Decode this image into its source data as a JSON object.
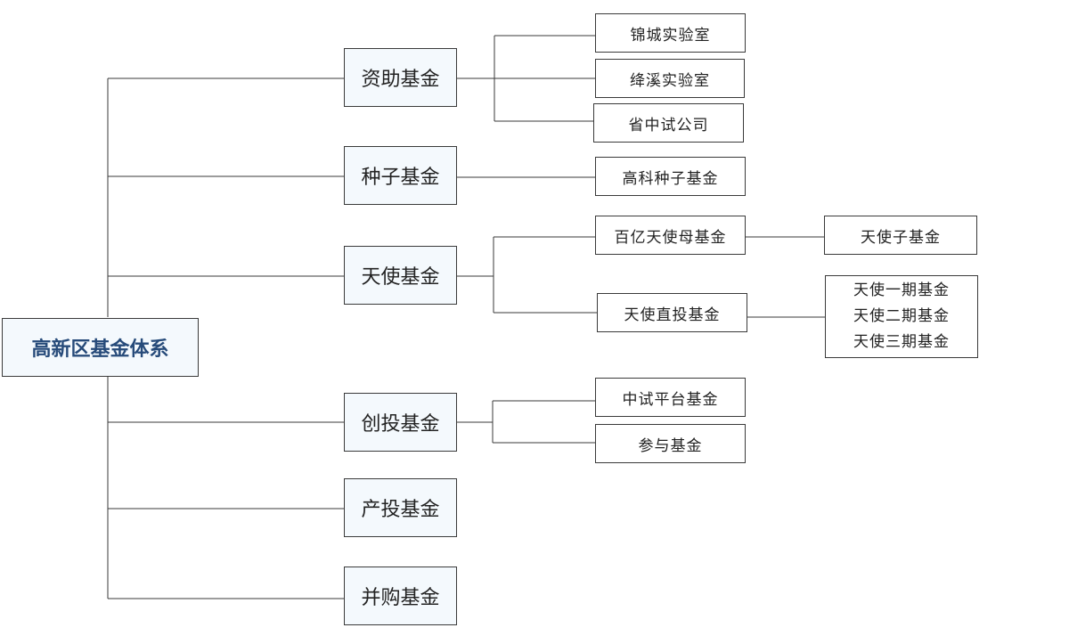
{
  "root": {
    "label": "高新区基金体系"
  },
  "level1": [
    {
      "label": "资助基金"
    },
    {
      "label": "种子基金"
    },
    {
      "label": "天使基金"
    },
    {
      "label": "创投基金"
    },
    {
      "label": "产投基金"
    },
    {
      "label": "并购基金"
    }
  ],
  "level2": {
    "zizhu": [
      "锦城实验室",
      "绛溪实验室",
      "省中试公司"
    ],
    "zhongzi": [
      "高科种子基金"
    ],
    "tianshi": [
      "百亿天使母基金",
      "天使直投基金"
    ],
    "chuangtou": [
      "中试平台基金",
      "参与基金"
    ]
  },
  "level3": {
    "mother_child": [
      "天使子基金"
    ],
    "direct_periods": [
      "天使一期基金",
      "天使二期基金",
      "天使三期基金"
    ]
  },
  "colors": {
    "line": "#3a3a3a",
    "box_fill": "#f4f9fd",
    "root_text": "#274b7a"
  }
}
